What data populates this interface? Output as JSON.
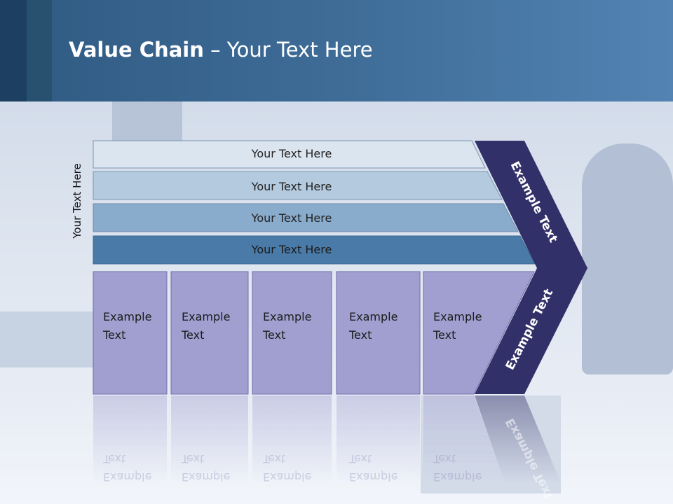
{
  "slide": {
    "title_bold": "Value Chain",
    "title_rest": " – Your Text Here",
    "side_label": "Your Text Here"
  },
  "bands": [
    {
      "label": "Your Text Here",
      "color": "#dbe5ef"
    },
    {
      "label": "Your Text Here",
      "color": "#b4cadf"
    },
    {
      "label": "Your Text Here",
      "color": "#89abcc"
    },
    {
      "label": "Your Text Here",
      "color": "#4a7ba8"
    }
  ],
  "boxes": [
    {
      "line1": "Example",
      "line2": "Text"
    },
    {
      "line1": "Example",
      "line2": "Text"
    },
    {
      "line1": "Example",
      "line2": "Text"
    },
    {
      "line1": "Example",
      "line2": "Text"
    },
    {
      "line1": "Example",
      "line2": "Text"
    }
  ],
  "chevron": {
    "upper_label": "Example Text",
    "lower_label": "Example Text",
    "color": "#323068"
  },
  "colors": {
    "box_fill": "#a19fd0",
    "box_stroke": "#6f6daa",
    "header": "#3e6c97"
  }
}
